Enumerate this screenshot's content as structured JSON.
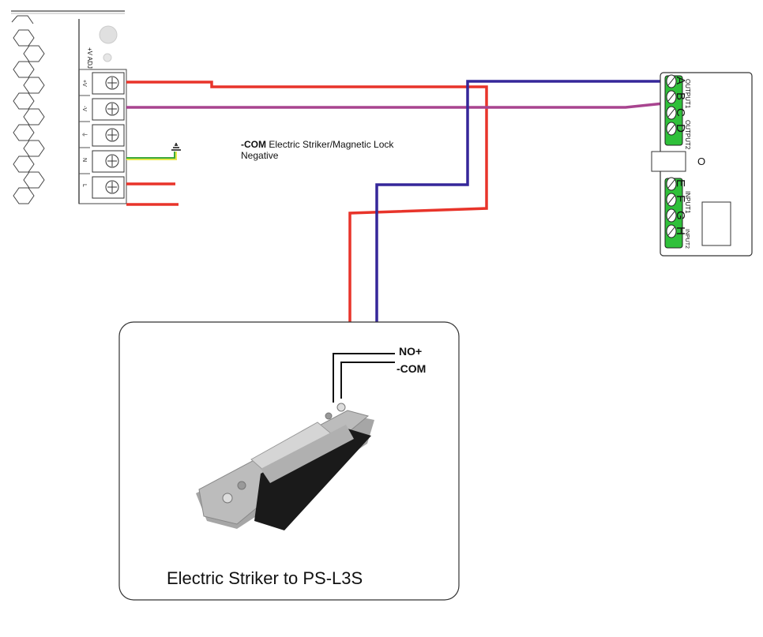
{
  "title": "Electric Striker to PS-L3S",
  "note": {
    "bold": "-COM",
    "text": "Electric Striker/Magnetic Lock",
    "line2": "Negative"
  },
  "power_supply": {
    "adj_label": "+V ADJ",
    "terminals": [
      "+V",
      "-V",
      "⏚",
      "N",
      "L"
    ]
  },
  "controller": {
    "terminals": [
      "A",
      "B",
      "C",
      "D",
      "E",
      "F",
      "G",
      "H"
    ],
    "groups": [
      "OUTPUT1",
      "OUTPUT2",
      "INPUT1",
      "INPUT2"
    ],
    "indicator": "O"
  },
  "striker": {
    "wire_labels": [
      "NO+",
      "-COM"
    ]
  },
  "colors": {
    "positive_wire": "#e8342a",
    "negative_wire": "#35279a",
    "minus_v_wire": "#a8448f",
    "ground_wire": "#3ca83c",
    "terminal_block": "#2fc03a"
  }
}
